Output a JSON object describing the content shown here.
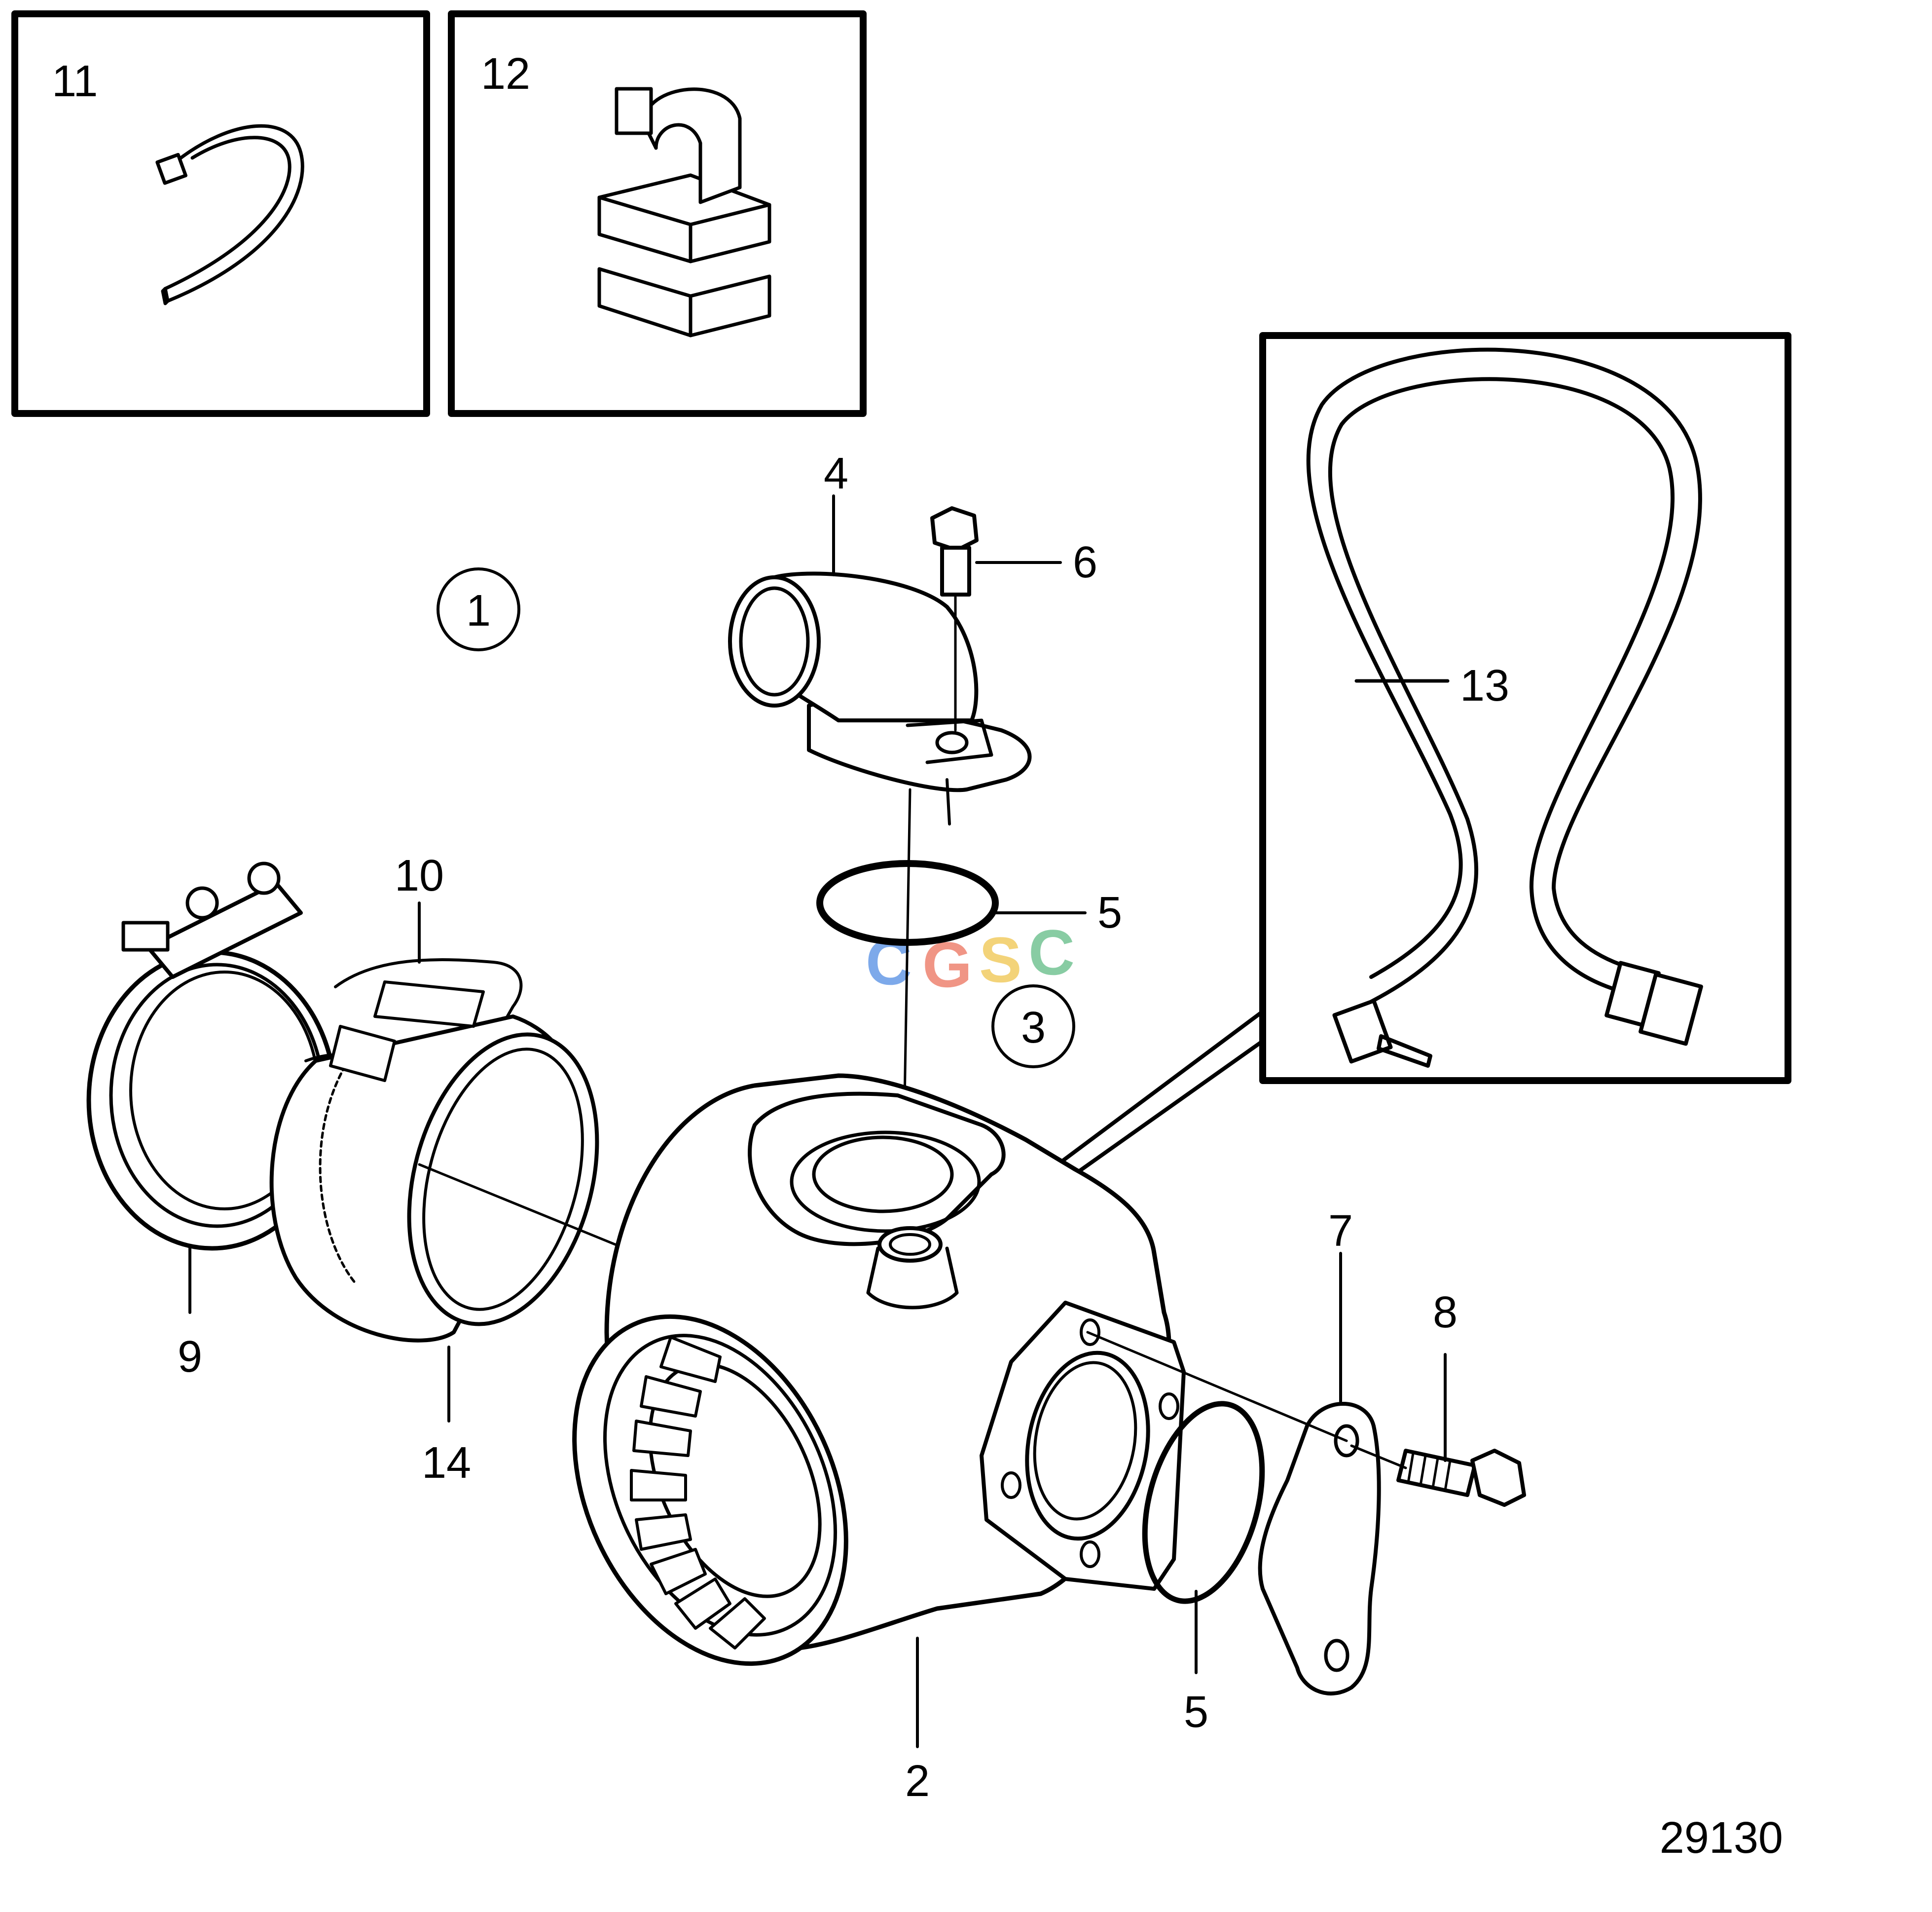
{
  "drawing_number": "29130",
  "watermark": {
    "letters": [
      "C",
      "G",
      "S",
      "C"
    ],
    "colors": [
      "#6fa0e8",
      "#ef8a78",
      "#f2cf6b",
      "#7cc79a"
    ]
  },
  "inset_boxes": {
    "cable_tie": "11",
    "clip": "12",
    "sensor_cable": "13"
  },
  "callouts": {
    "assembly": "1",
    "turbine_housing": "2",
    "kit": "3",
    "outlet_elbow": "4",
    "o_ring_upper": "5",
    "o_ring_lower": "5",
    "bolt_upper": "6",
    "gasket_plate": "7",
    "bolt_side": "8",
    "v_clamp": "9",
    "heat_shield": "10",
    "insulation": "14"
  },
  "colors": {
    "line": "#000000",
    "background": "#ffffff"
  }
}
